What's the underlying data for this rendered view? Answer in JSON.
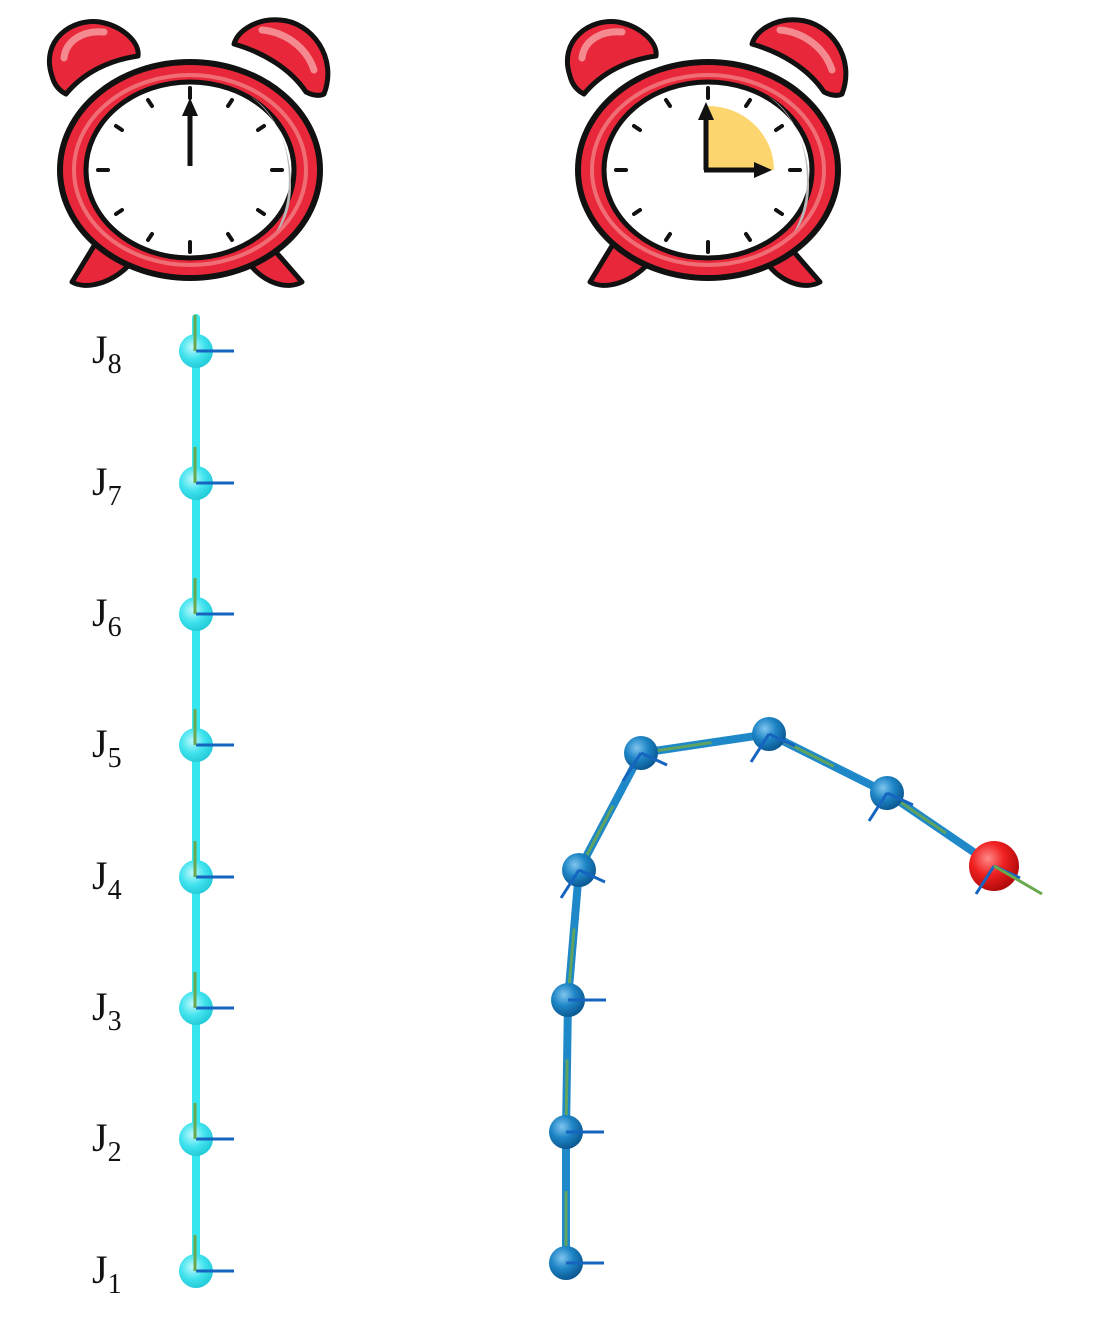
{
  "clocks": {
    "before": {
      "time_label": "",
      "start_hand": "12-o-clock",
      "sweep": "none"
    },
    "after": {
      "time_label": "",
      "start_hand": "12-o-clock",
      "end_hand": "3-o-clock",
      "sweep": "quarter-turn"
    }
  },
  "colors": {
    "clock_body": "#e8283a",
    "clock_bell_highlight": "#f48a8f",
    "clock_face": "#ffffff",
    "clock_shadow": "#b8b8b8",
    "sweep_fill": "#fcd56e",
    "straight_chain": "#35e6ef",
    "bent_chain": "#1e88c8",
    "end_effector": "#e81b1b",
    "axis_blue": "#1565c0",
    "axis_green": "#6aa84f"
  },
  "joints": {
    "prefix": "J",
    "subscripts": [
      "1",
      "2",
      "3",
      "4",
      "5",
      "6",
      "7",
      "8"
    ]
  }
}
